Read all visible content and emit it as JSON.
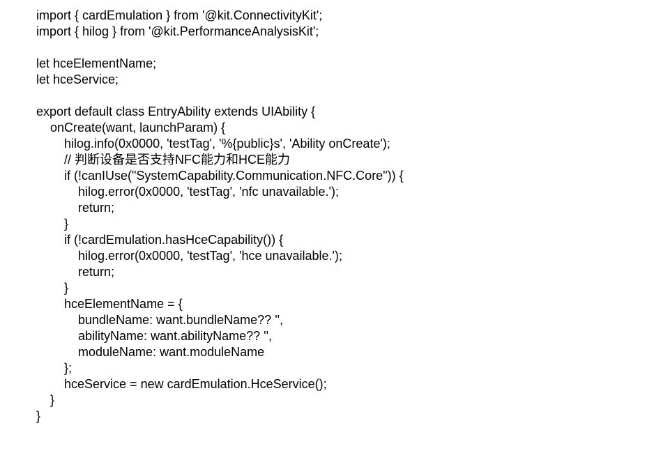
{
  "code": {
    "lines": [
      "import { cardEmulation } from '@kit.ConnectivityKit';",
      "import { hilog } from '@kit.PerformanceAnalysisKit';",
      "",
      "let hceElementName;",
      "let hceService;",
      "",
      "export default class EntryAbility extends UIAbility {",
      "    onCreate(want, launchParam) {",
      "        hilog.info(0x0000, 'testTag', '%{public}s', 'Ability onCreate');",
      "        // 判断设备是否支持NFC能力和HCE能力",
      "        if (!canIUse(\"SystemCapability.Communication.NFC.Core\")) {",
      "            hilog.error(0x0000, 'testTag', 'nfc unavailable.');",
      "            return;",
      "        }",
      "        if (!cardEmulation.hasHceCapability()) {",
      "            hilog.error(0x0000, 'testTag', 'hce unavailable.');",
      "            return;",
      "        }",
      "        hceElementName = {",
      "            bundleName: want.bundleName?? '',",
      "            abilityName: want.abilityName?? '',",
      "            moduleName: want.moduleName",
      "        };",
      "        hceService = new cardEmulation.HceService();",
      "    }",
      "}"
    ]
  }
}
